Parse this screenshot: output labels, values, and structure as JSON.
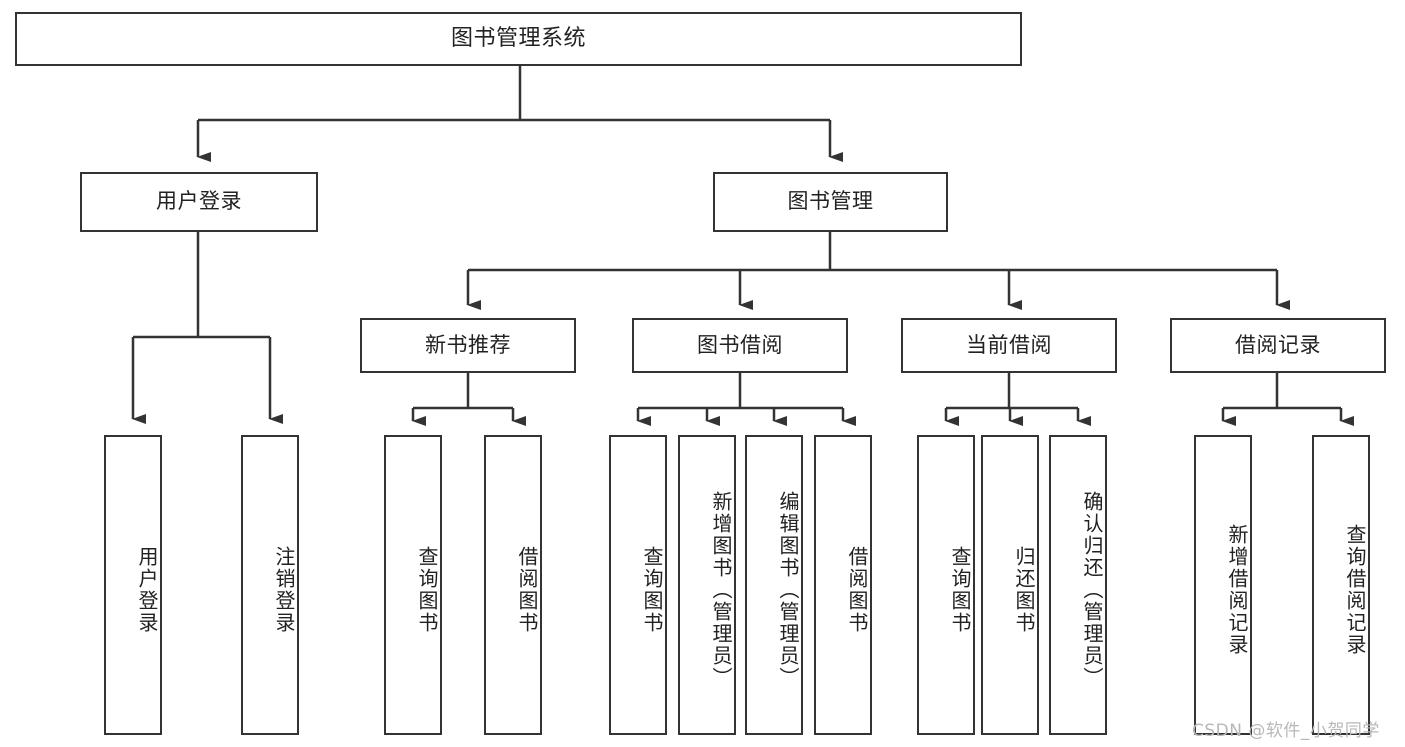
{
  "diagram": {
    "title": "图书管理系统",
    "type": "tree",
    "background_color": "#ffffff",
    "node_border_color": "#333333",
    "node_fill_color": "#ffffff",
    "text_color": "#222222"
  },
  "nodes": {
    "root": {
      "label": "图书管理系统",
      "level": 0
    },
    "level1": [
      {
        "id": "user-login",
        "label": "用户登录"
      },
      {
        "id": "book-manage",
        "label": "图书管理"
      }
    ],
    "level2": [
      {
        "id": "new-book-recommend",
        "label": "新书推荐",
        "parent": "book-manage"
      },
      {
        "id": "book-borrow",
        "label": "图书借阅",
        "parent": "book-manage"
      },
      {
        "id": "current-borrow",
        "label": "当前借阅",
        "parent": "book-manage"
      },
      {
        "id": "borrow-record",
        "label": "借阅记录",
        "parent": "book-manage"
      }
    ],
    "leaves": [
      {
        "id": "leaf-user-login",
        "label": "用户登录",
        "parent": "user-login"
      },
      {
        "id": "leaf-logout",
        "label": "注销登录",
        "parent": "user-login"
      },
      {
        "id": "leaf-query-book-1",
        "label": "查询图书",
        "parent": "new-book-recommend"
      },
      {
        "id": "leaf-borrow-book-1",
        "label": "借阅图书",
        "parent": "new-book-recommend"
      },
      {
        "id": "leaf-query-book-2",
        "label": "查询图书",
        "parent": "book-borrow"
      },
      {
        "id": "leaf-add-book",
        "label": "新增图书（管理员）",
        "parent": "book-borrow"
      },
      {
        "id": "leaf-edit-book",
        "label": "编辑图书（管理员）",
        "parent": "book-borrow"
      },
      {
        "id": "leaf-borrow-book-2",
        "label": "借阅图书",
        "parent": "book-borrow"
      },
      {
        "id": "leaf-query-book-3",
        "label": "查询图书",
        "parent": "current-borrow"
      },
      {
        "id": "leaf-return-book",
        "label": "归还图书",
        "parent": "current-borrow"
      },
      {
        "id": "leaf-confirm-return",
        "label": "确认归还（管理员）",
        "parent": "current-borrow"
      },
      {
        "id": "leaf-add-record",
        "label": "新增借阅记录",
        "parent": "borrow-record"
      },
      {
        "id": "leaf-query-record",
        "label": "查询借阅记录",
        "parent": "borrow-record"
      }
    ]
  },
  "watermark": {
    "text": "CSDN @软件_小贺同学"
  }
}
